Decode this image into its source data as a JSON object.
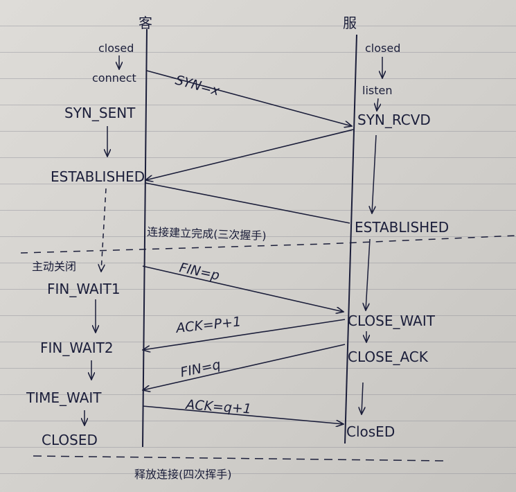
{
  "columns": {
    "client": "客",
    "server": "服"
  },
  "client_states": [
    "closed",
    "connect",
    "SYN_SENT",
    "ESTABLISHED",
    "主动关闭",
    "FIN_WAIT1",
    "FIN_WAIT2",
    "TIME_WAIT",
    "CLOSED"
  ],
  "server_states": [
    "closed",
    "listen",
    "SYN_RCVD",
    "ESTABLISHED",
    "CLOSE_WAIT",
    "CLOSE_ACK",
    "ClosED"
  ],
  "messages": {
    "syn": "SYN=x",
    "fin1": "FIN=p",
    "ack1": "ACK=P+1",
    "fin2": "FIN=q",
    "ack2": "ACK=q+1"
  },
  "notes": {
    "handshake": "连接建立完成(三次握手)",
    "release": "释放连接(四次挥手)"
  },
  "colors": {
    "ink": "#1b1e3a",
    "paper": "#d8d6d2",
    "ruling": "#8c8c96"
  }
}
